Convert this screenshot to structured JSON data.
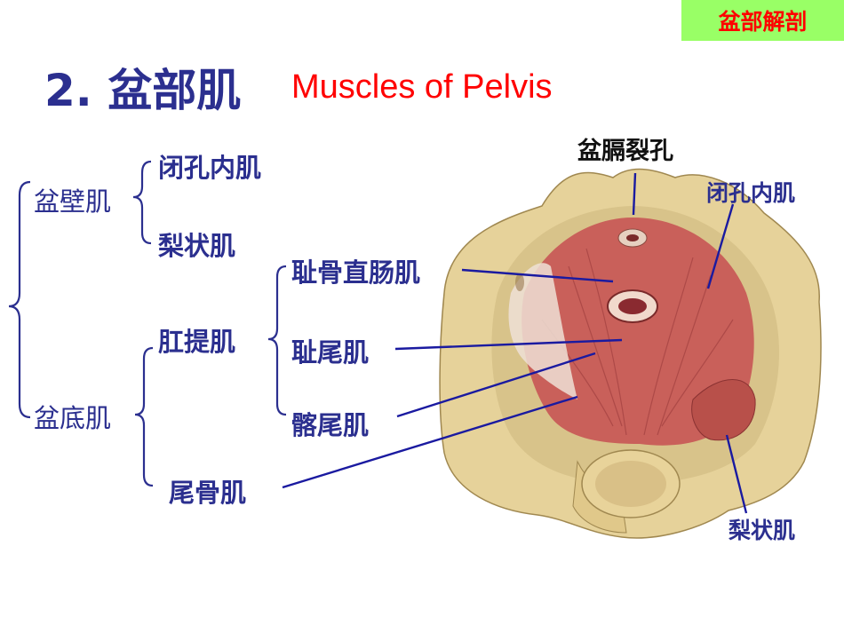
{
  "header": {
    "badge": "盆部解剖"
  },
  "title": {
    "number_cn": "2. 盆部肌",
    "english": "Muscles of Pelvis"
  },
  "tree": {
    "wall": {
      "label": "盆壁肌",
      "children": [
        "闭孔内肌",
        "梨状肌"
      ]
    },
    "floor": {
      "label": "盆底肌",
      "levator": "肛提肌",
      "levator_parts": [
        "耻骨直肠肌",
        "耻尾肌",
        "髂尾肌"
      ],
      "coccygeus": "尾骨肌"
    }
  },
  "figure": {
    "labels": {
      "hiatus": "盆膈裂孔",
      "obturator": "闭孔内肌",
      "piriformis": "梨状肌"
    },
    "colors": {
      "bone": "#e6d29a",
      "muscle": "#c9605a",
      "line": "#1a1aa0"
    }
  }
}
